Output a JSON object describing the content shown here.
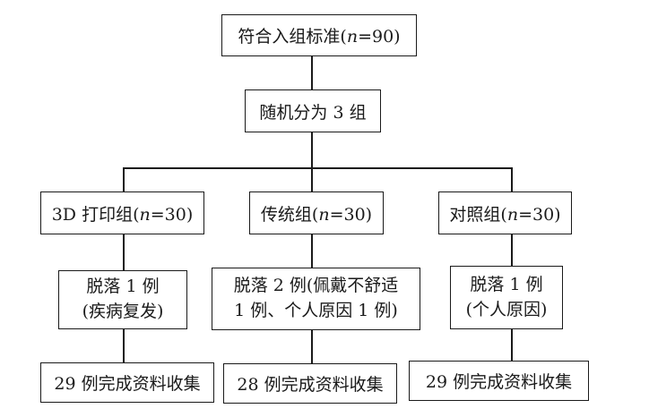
{
  "top": {
    "prefix": "符合入组标准(",
    "n": "n",
    "rest": "=90)"
  },
  "random": {
    "label": "随机分为 3 组"
  },
  "groups": [
    {
      "name_prefix": "3D 打印组(",
      "n": "n",
      "name_rest": "=30)",
      "dropout": [
        "脱落 1 例",
        "(疾病复发)"
      ],
      "complete": "29 例完成资料收集"
    },
    {
      "name_prefix": "传统组(",
      "n": "n",
      "name_rest": "=30)",
      "dropout": [
        "脱落 2 例(佩戴不舒适",
        "1 例、个人原因 1 例)"
      ],
      "complete": "28 例完成资料收集"
    },
    {
      "name_prefix": "对照组(",
      "n": "n",
      "name_rest": "=30)",
      "dropout": [
        "脱落 1 例",
        "(个人原因)"
      ],
      "complete": "29 例完成资料收集"
    }
  ]
}
